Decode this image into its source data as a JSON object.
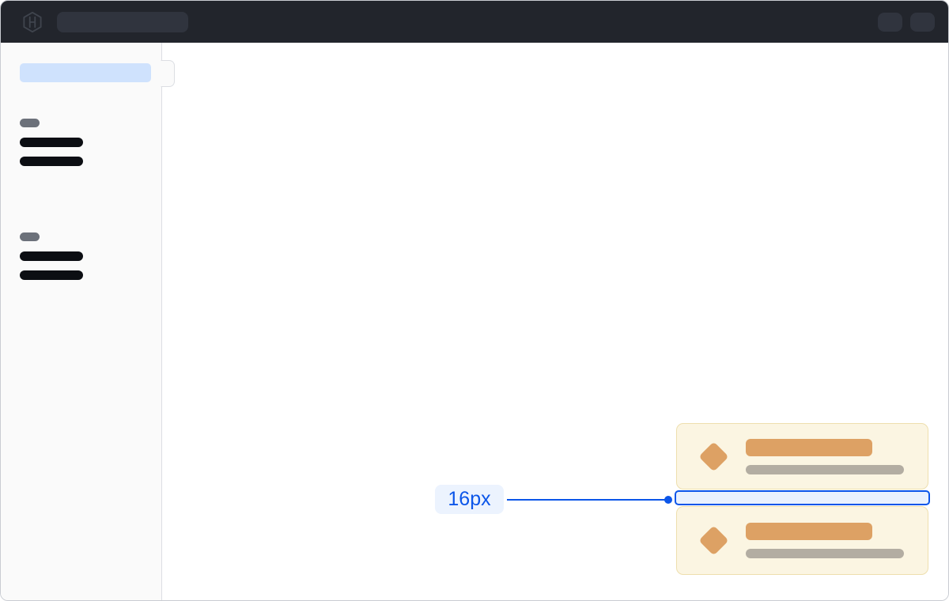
{
  "annotation": {
    "spacing_label": "16px"
  },
  "header": {
    "logo_icon": "hashicorp-logo",
    "search_placeholder": "",
    "action_placeholders": 2
  },
  "sidebar": {
    "selected_placeholder": 1,
    "groups": [
      {
        "label_placeholder": 1,
        "item_placeholders": 2
      },
      {
        "label_placeholder": 1,
        "item_placeholders": 2
      }
    ]
  },
  "cards": {
    "count": 2,
    "marker_icon": "diamond-icon",
    "bars_per_card": 2
  },
  "colors": {
    "accent": "#0c56e9",
    "label_bg": "#ecf3fe",
    "highlight_fill": "#e9f1fe",
    "navbar_bg": "#22252c",
    "navbar_placeholder": "#30343e",
    "logo": "#3f444d",
    "window_border": "#c9ccd2",
    "sidebar_bg": "#fafafa",
    "sidebar_border": "#dcdee3",
    "sidebar_selected": "#cfe2fd",
    "sidebar_label": "#6c717a",
    "sidebar_item": "#0c0e13",
    "card_bg": "#fbf5e2",
    "card_border": "#eedfae",
    "card_accent": "#dda164",
    "card_muted": "#b3ada2"
  }
}
